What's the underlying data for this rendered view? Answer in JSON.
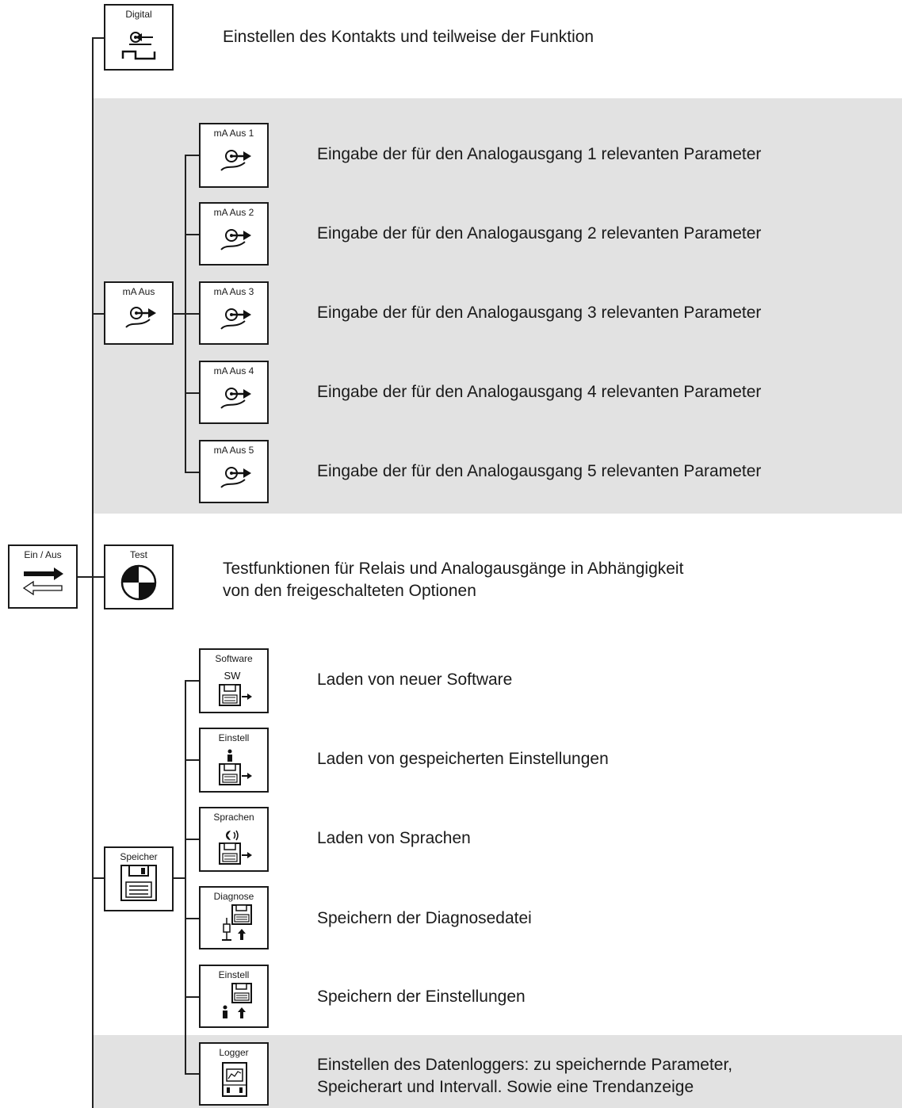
{
  "root": {
    "label": "Ein / Aus",
    "icon": "on-off-arrows-icon"
  },
  "nodes": {
    "digital": {
      "label": "Digital",
      "icon": "digital-input-icon",
      "desc": "Einstellen des Kontakts und teilweise der Funktion"
    },
    "ma_aus": {
      "label": "mA Aus",
      "icon": "analog-output-icon"
    },
    "ma1": {
      "label": "mA Aus 1",
      "icon": "analog-output-icon",
      "desc": "Eingabe der für den Analogausgang 1 relevanten Parameter"
    },
    "ma2": {
      "label": "mA Aus 2",
      "icon": "analog-output-icon",
      "desc": "Eingabe der für den Analogausgang 2 relevanten Parameter"
    },
    "ma3": {
      "label": "mA Aus 3",
      "icon": "analog-output-icon",
      "desc": "Eingabe der für den Analogausgang 3 relevanten Parameter"
    },
    "ma4": {
      "label": "mA Aus 4",
      "icon": "analog-output-icon",
      "desc": "Eingabe der für den Analogausgang 4 relevanten Parameter"
    },
    "ma5": {
      "label": "mA Aus 5",
      "icon": "analog-output-icon",
      "desc": "Eingabe der für den Analogausgang 5 relevanten Parameter"
    },
    "test": {
      "label": "Test",
      "icon": "test-quadrant-icon",
      "desc_line1": "Testfunktionen für Relais und Analogausgänge in Abhängigkeit",
      "desc_line2": "von den freigeschalteten Optionen"
    },
    "speicher": {
      "label": "Speicher",
      "icon": "floppy-disk-icon"
    },
    "software": {
      "label": "Software",
      "icon_text": "SW",
      "icon": "load-software-icon",
      "desc": "Laden von neuer Software"
    },
    "einstell_load": {
      "label": "Einstell",
      "icon": "load-settings-icon",
      "desc": "Laden  von  gespeicherten  Einstellungen"
    },
    "sprachen": {
      "label": "Sprachen",
      "icon": "load-languages-icon",
      "desc": "Laden von Sprachen"
    },
    "diagnose": {
      "label": "Diagnose",
      "icon": "save-diagnosis-icon",
      "desc": "Speichern der Diagnosedatei"
    },
    "einstell_save": {
      "label": "Einstell",
      "icon": "save-settings-icon",
      "desc": "Speichern der Einstellungen"
    },
    "logger": {
      "label": "Logger",
      "icon": "data-logger-icon",
      "desc_line1": "Einstellen des Datenloggers: zu speichernde Parameter,",
      "desc_line2": "Speicherart und Intervall. Sowie eine Trendanzeige"
    }
  }
}
